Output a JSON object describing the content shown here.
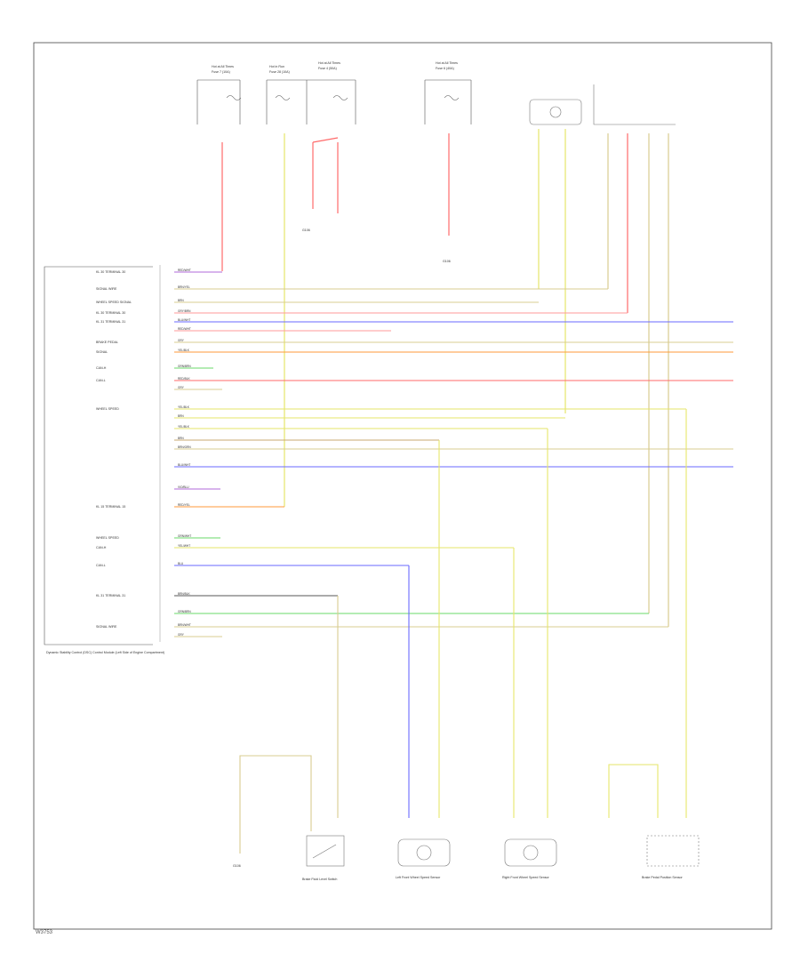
{
  "footer": {
    "code": "W3753"
  },
  "module": {
    "name": "Dynamic Stability Control (DSC) Control Module (Left Side of Engine Compartment)"
  },
  "fuses": [
    {
      "label": "Hot at All Times",
      "name": "Fuse 7 (10A)"
    },
    {
      "label": "Hot in Run",
      "name": "Fuse 28 (10A)"
    },
    {
      "label": "Hot at All Times",
      "name": "Fuse 4 (50A)"
    },
    {
      "label": "Hot at All Times",
      "name": "Fuse 6 (40A)"
    }
  ],
  "pin_labels": [
    "KL 30 TERMINAL 30",
    "SIGNAL WIRE",
    "WHEEL SPEED SIGNAL",
    "KL 30 TERMINAL 30",
    "KL 31 TERMINAL 31",
    "BRAKE PEDAL",
    "SIGNAL",
    "CAN-H",
    "CAN-L",
    "WHEEL SPEED",
    "KL 15 TERMINAL 15",
    "WHEEL SPEED",
    "CAN-H",
    "CAN-L",
    "KL 31 TERMINAL 31",
    "SIGNAL WIRE"
  ],
  "wire_colors": [
    "RED/WHT",
    "BRN/YEL",
    "BRN",
    "GRY/BRN",
    "BLU/WHT",
    "RED/WHT",
    "GRY",
    "YEL/BLK",
    "GRN/BRN",
    "RED/BLK",
    "GRY",
    "YEL/BLK",
    "BRN",
    "YEL/BLK",
    "BRN",
    "BRN/GRN",
    "BLU/WHT",
    "VIO/BLU",
    "RED/YEL",
    "GRN/WHT",
    "YEL/WHT",
    "BLU",
    "BRN/BLK",
    "GRN/BRN",
    "BRN/WHT",
    "GRY"
  ],
  "ground": {
    "label": "G106"
  },
  "bottom_components": [
    {
      "name": "Brake Fluid Level Switch"
    },
    {
      "name": "Left Front Wheel Speed Sensor"
    },
    {
      "name": "Right Front Wheel Speed Sensor"
    },
    {
      "name": "Brake Pedal Position Sensor"
    }
  ],
  "colors": {
    "red": "#ff6a6a",
    "pink": "#ff9a9a",
    "yellow": "#e6e66a",
    "beige": "#d8cc90",
    "brown": "#c8a870",
    "blue": "#6a6aff",
    "purple": "#b06ad8",
    "green": "#6ad86a",
    "orange": "#ff9a3a",
    "gray": "#888888"
  }
}
